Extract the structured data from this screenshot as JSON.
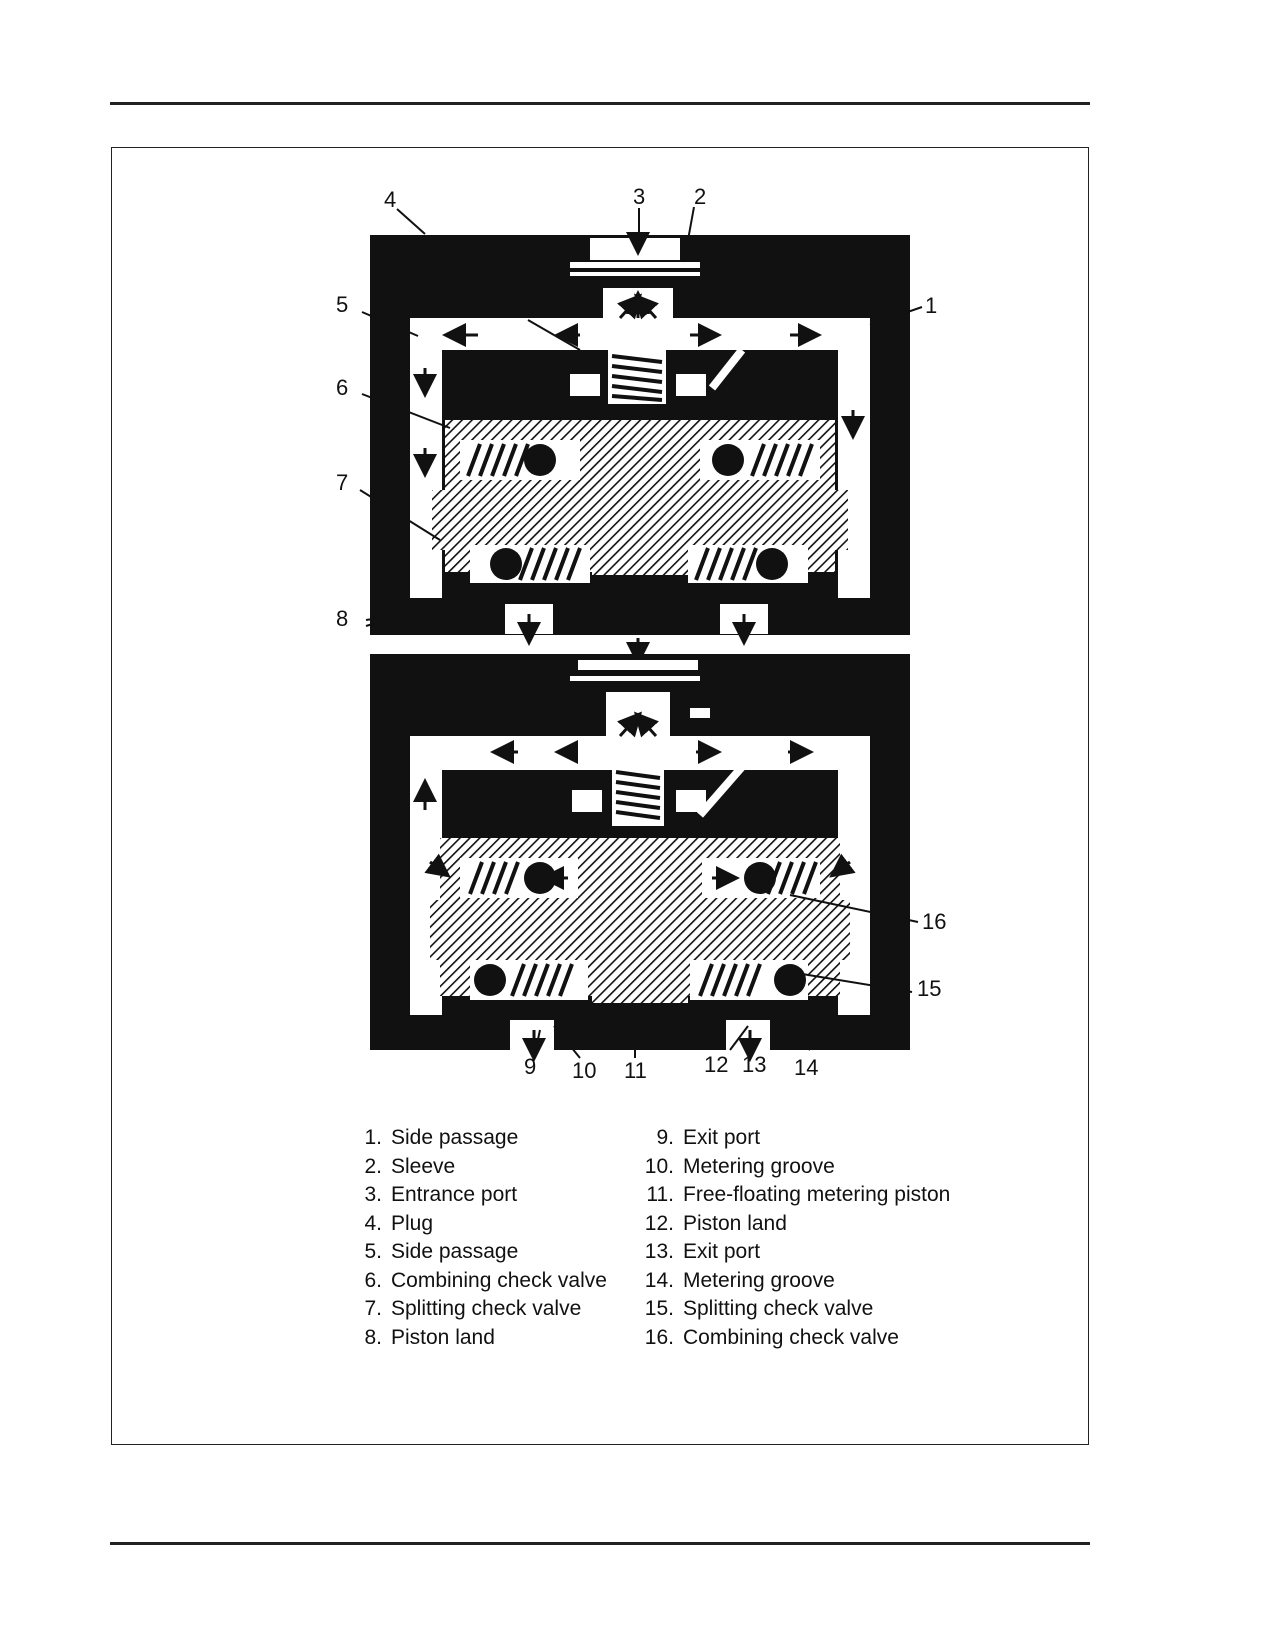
{
  "callouts": {
    "c1": "1",
    "c2": "2",
    "c3": "3",
    "c4": "4",
    "c5": "5",
    "c6": "6",
    "c7": "7",
    "c8": "8",
    "c9": "9",
    "c10": "10",
    "c11": "11",
    "c12": "12",
    "c13": "13",
    "c14": "14",
    "c15": "15",
    "c16": "16"
  },
  "legend": {
    "left": [
      {
        "num": "1.",
        "label": "Side passage"
      },
      {
        "num": "2.",
        "label": "Sleeve"
      },
      {
        "num": "3.",
        "label": "Entrance port"
      },
      {
        "num": "4.",
        "label": "Plug"
      },
      {
        "num": "5.",
        "label": "Side passage"
      },
      {
        "num": "6.",
        "label": "Combining check valve"
      },
      {
        "num": "7.",
        "label": "Splitting check valve"
      },
      {
        "num": "8.",
        "label": "Piston land"
      }
    ],
    "right": [
      {
        "num": "9.",
        "label": "Exit port"
      },
      {
        "num": "10.",
        "label": "Metering groove"
      },
      {
        "num": "11.",
        "label": "Free-floating metering piston"
      },
      {
        "num": "12.",
        "label": "Piston land"
      },
      {
        "num": "13.",
        "label": "Exit port"
      },
      {
        "num": "14.",
        "label": "Metering groove"
      },
      {
        "num": "15.",
        "label": "Splitting check valve"
      },
      {
        "num": "16.",
        "label": "Combining check valve"
      }
    ]
  }
}
